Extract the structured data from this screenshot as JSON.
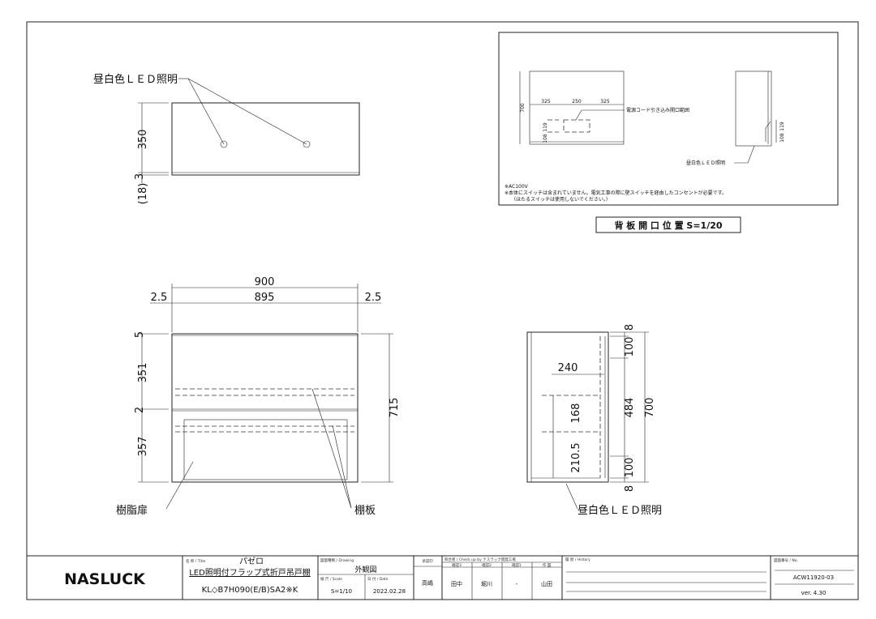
{
  "top_view": {
    "led_label": "昼白色ＬＥＤ照明",
    "dim_height": "350",
    "dim_bottom": "3",
    "dim_base": "(18)"
  },
  "front_view": {
    "dim_total_width": "900",
    "dim_inner_width": "895",
    "dim_left_gap": "2.5",
    "dim_right_gap": "2.5",
    "dim_top": "5",
    "dim_upper": "351",
    "dim_mid": "2",
    "dim_lower": "357",
    "dim_total_height": "715",
    "door_label": "樹脂扉",
    "shelf_label": "棚板"
  },
  "side_view": {
    "dim_depth": "240",
    "dim_top": "8",
    "dim_upper": "100",
    "dim_middle": "484",
    "dim_lower": "100",
    "dim_bottom": "8",
    "dim_total": "700",
    "dim_shelf1": "168",
    "dim_shelf2": "210.5",
    "led_label": "昼白色ＬＥＤ照明"
  },
  "inset": {
    "dim_height": "700",
    "dim_left": "325",
    "dim_center": "250",
    "dim_right": "325",
    "dim_h1": "119",
    "dim_h2": "108",
    "cord_label": "電源コード引き込み開口範囲",
    "led_label": "昼白色ＬＥＤ照明",
    "side_h1": "119",
    "side_h2": "108",
    "note1": "※AC100V",
    "note2": "※本体にスイッチは含まれていません。電気工事の際に壁スイッチを経由したコンセントが必要です。",
    "note3": "（ほたるスイッチは使用しないでください。）",
    "caption": "背 板 開 口 位 置  S=1/20"
  },
  "title_block": {
    "logo": "NASLUCK",
    "title_header": "名 称 / Title",
    "series": "パゼロ",
    "product_name": "LED照明付フラップ式折戸吊戸棚",
    "model": "KL◇B7H090(E/B)SA2※K",
    "drawing_header": "図面種類 / Drawing",
    "drawing_type": "外観図",
    "scale_header": "縮 尺 / Scale",
    "scale": "S=1/10",
    "date_header": "日 付 / Date",
    "date": "2022.02.28",
    "approval_header": "承認印",
    "approver": "高嶋",
    "check_header": "照合者 / Check up by ナスラック開発工場",
    "check_cols": [
      "確認3",
      "確認2",
      "確認1",
      "作 図"
    ],
    "check_names": [
      "田中",
      "堀川",
      "-",
      "山田"
    ],
    "history_header": "履 歴 / History",
    "no_header": "図面番号 / No.",
    "drawing_no": "ACW11920-03",
    "version": "ver. 4.30"
  }
}
